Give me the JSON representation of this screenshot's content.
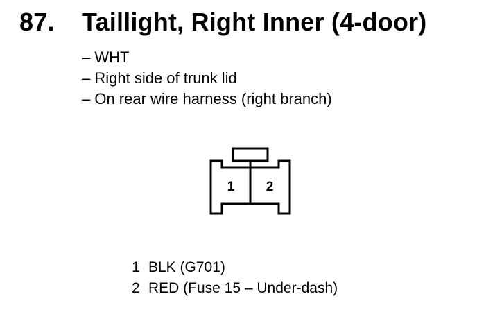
{
  "heading": {
    "number": "87.",
    "title": "Taillight, Right Inner (4-door)"
  },
  "details": [
    "– WHT",
    "– Right side of trunk lid",
    "– On rear wire harness (right branch)"
  ],
  "connector": {
    "terminals": [
      "1",
      "2"
    ]
  },
  "pins": [
    {
      "number": "1",
      "label": "BLK (G701)"
    },
    {
      "number": "2",
      "label": "RED (Fuse 15 – Under-dash)"
    }
  ]
}
